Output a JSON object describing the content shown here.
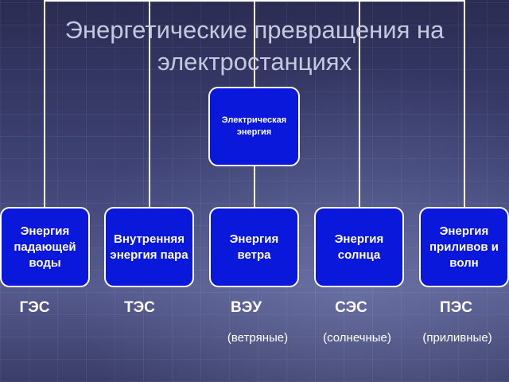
{
  "title": {
    "line1": "Энергетические превращения на",
    "line2": "электростанциях"
  },
  "center_box": {
    "label": "Электрическая энергия"
  },
  "sources": [
    {
      "label": "Энергия падающей воды",
      "abbr": "ГЭС",
      "type": ""
    },
    {
      "label": "Внутренняя энергия пара",
      "abbr": "ТЭС",
      "type": ""
    },
    {
      "label": "Энергия ветра",
      "abbr": "ВЭУ",
      "type": "(ветряные)"
    },
    {
      "label": "Энергия солнца",
      "abbr": "СЭС",
      "type": "(солнечные)"
    },
    {
      "label": "Энергия приливов и волн",
      "abbr": "ПЭС",
      "type": "(приливные)"
    }
  ],
  "colors": {
    "box_fill": "#0a18dc",
    "box_border": "#ffffff",
    "connector": "#ffffff"
  }
}
